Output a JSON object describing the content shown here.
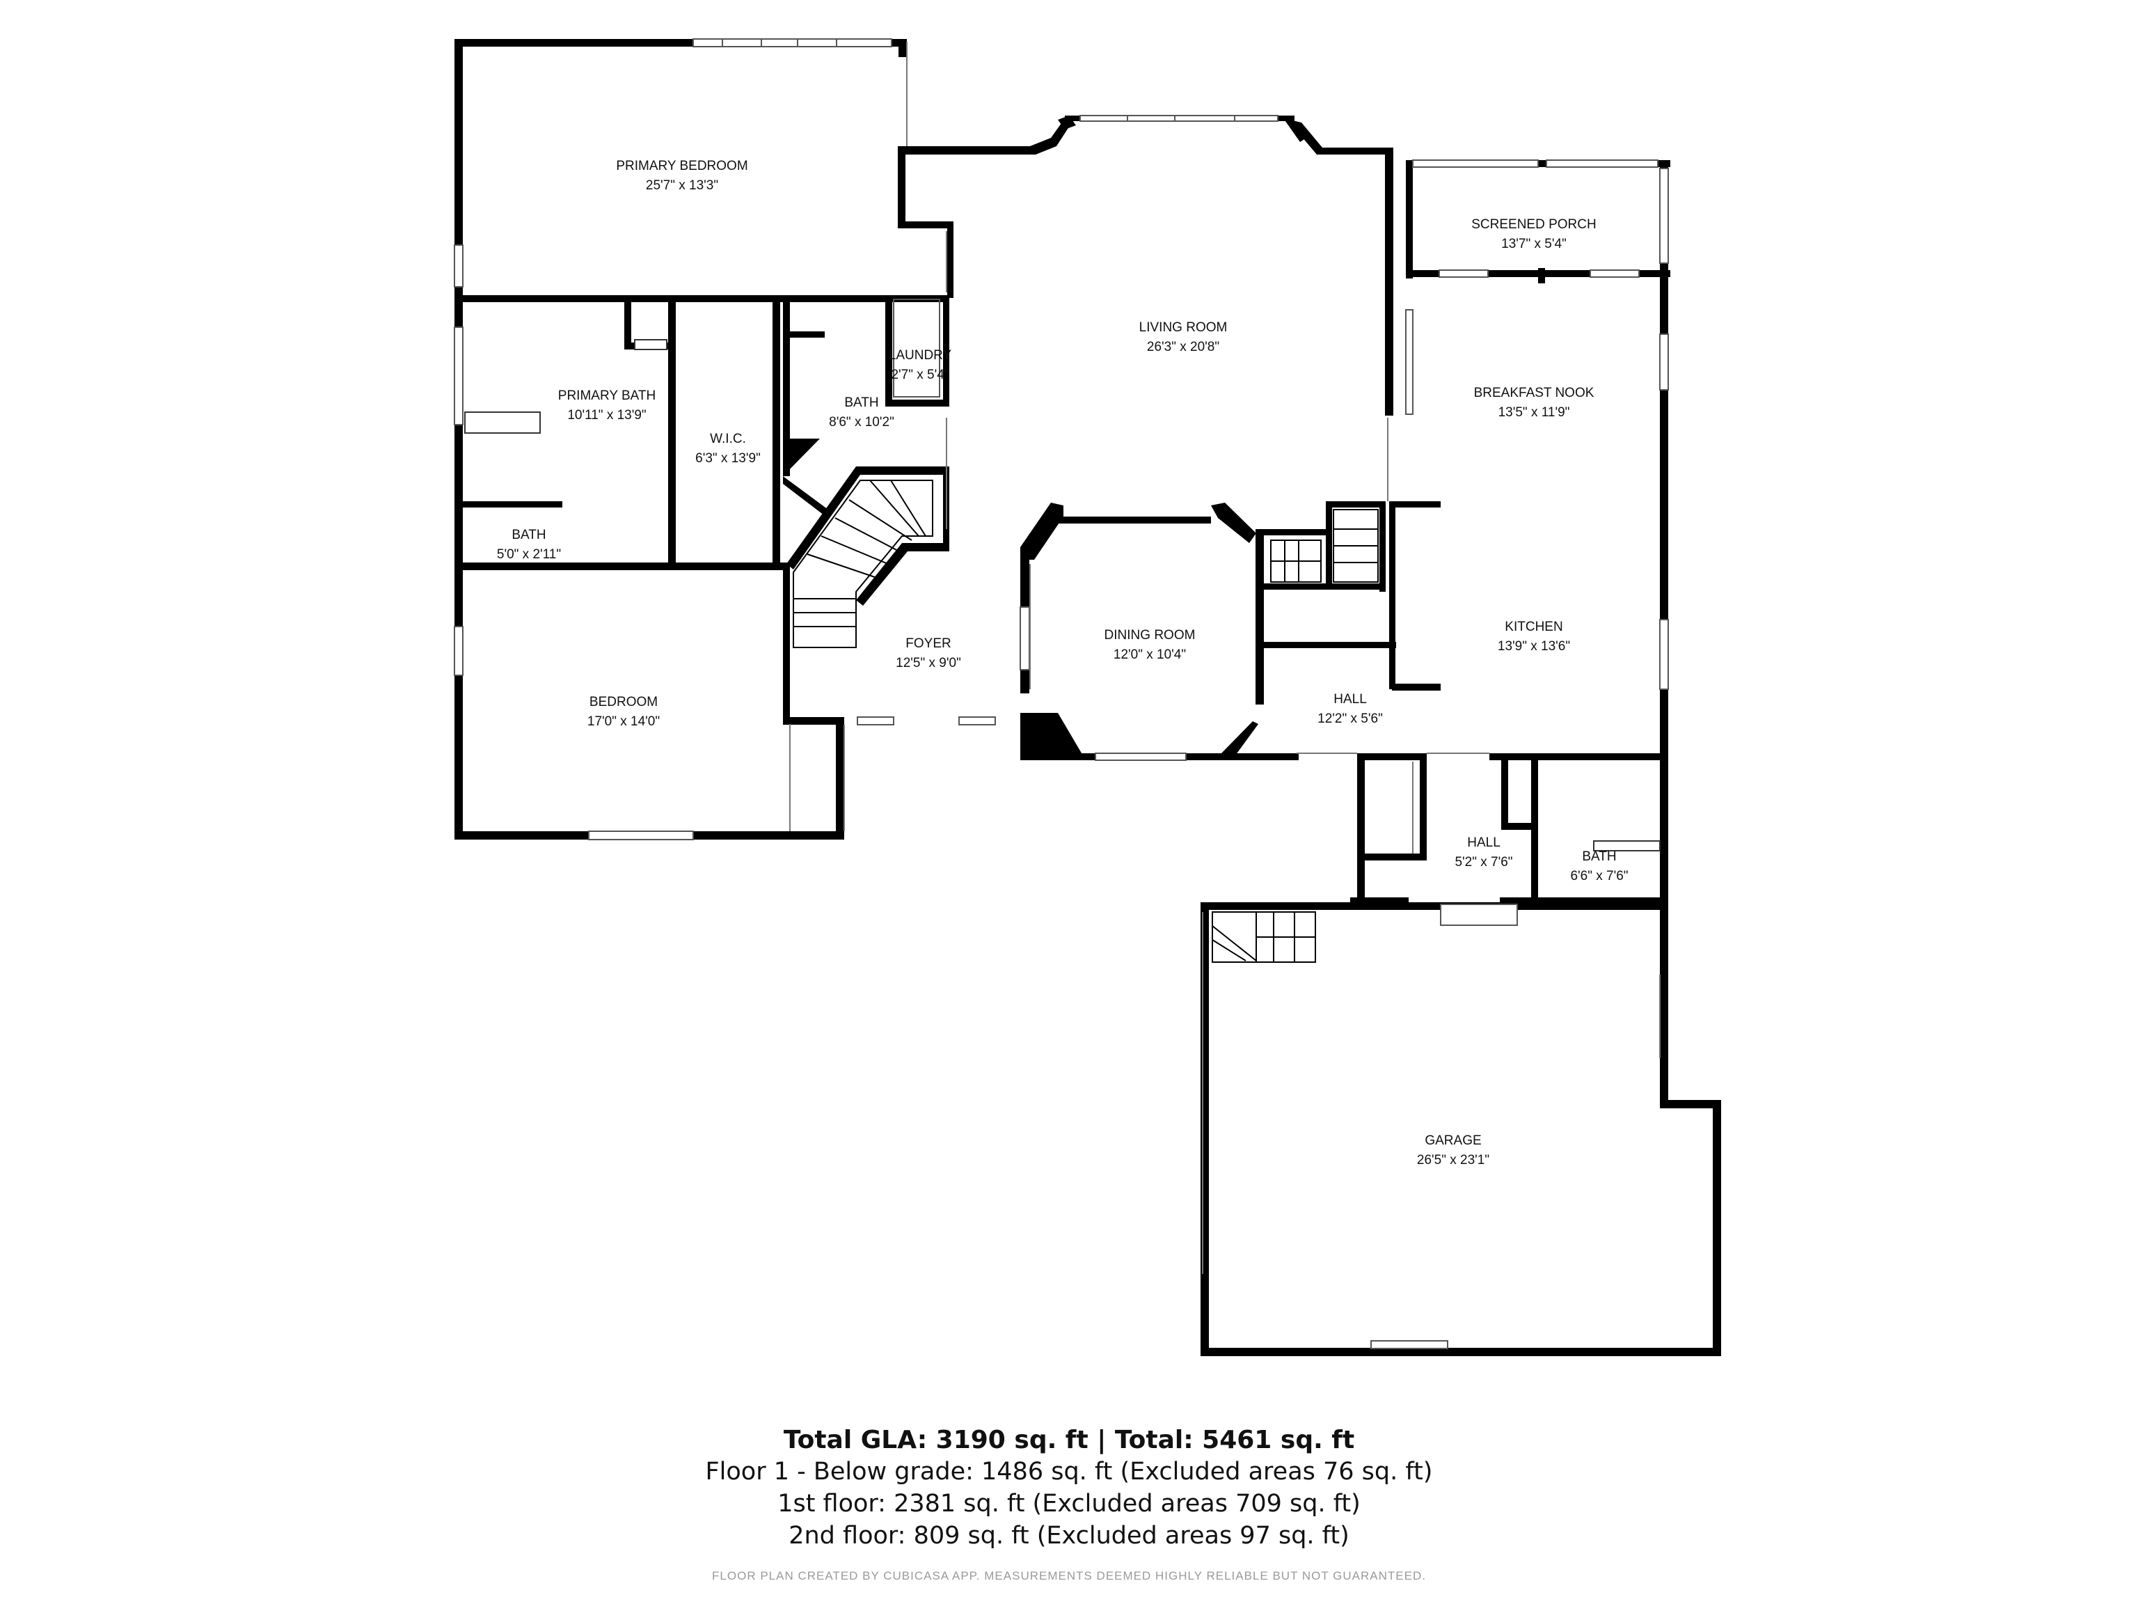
{
  "rooms": [
    {
      "name": "PRIMARY BEDROOM",
      "dims": "25'7\" x 13'3\""
    },
    {
      "name": "LIVING ROOM",
      "dims": "26'3\" x 20'8\""
    },
    {
      "name": "SCREENED PORCH",
      "dims": "13'7\" x 5'4\""
    },
    {
      "name": "PRIMARY BATH",
      "dims": "10'11\" x 13'9\""
    },
    {
      "name": "W.I.C.",
      "dims": "6'3\" x 13'9\""
    },
    {
      "name": "LAUNDRY",
      "dims": "2'7\" x 5'4\""
    },
    {
      "name": "BATH",
      "dims": "8'6\" x 10'2\""
    },
    {
      "name": "BREAKFAST NOOK",
      "dims": "13'5\" x 11'9\""
    },
    {
      "name": "BATH",
      "dims": "5'0\" x 2'11\""
    },
    {
      "name": "DINING ROOM",
      "dims": "12'0\" x 10'4\""
    },
    {
      "name": "FOYER",
      "dims": "12'5\" x 9'0\""
    },
    {
      "name": "KITCHEN",
      "dims": "13'9\" x 13'6\""
    },
    {
      "name": "BEDROOM",
      "dims": "17'0\" x 14'0\""
    },
    {
      "name": "HALL",
      "dims": "12'2\" x 5'6\""
    },
    {
      "name": "HALL",
      "dims": "5'2\" x 7'6\""
    },
    {
      "name": "BATH",
      "dims": "6'6\" x 7'6\""
    },
    {
      "name": "GARAGE",
      "dims": "26'5\" x 23'1\""
    }
  ],
  "summary": {
    "total": "Total GLA: 3190 sq. ft | Total: 5461 sq. ft",
    "floor1": "Floor 1 - Below grade: 1486 sq. ft (Excluded areas 76 sq. ft)",
    "floor2": "1st floor: 2381 sq. ft (Excluded areas 709 sq. ft)",
    "floor3": "2nd floor: 809 sq. ft (Excluded areas 97 sq. ft)"
  },
  "credit": "FLOOR PLAN CREATED BY CUBICASA APP. MEASUREMENTS DEEMED HIGHLY RELIABLE BUT NOT GUARANTEED."
}
